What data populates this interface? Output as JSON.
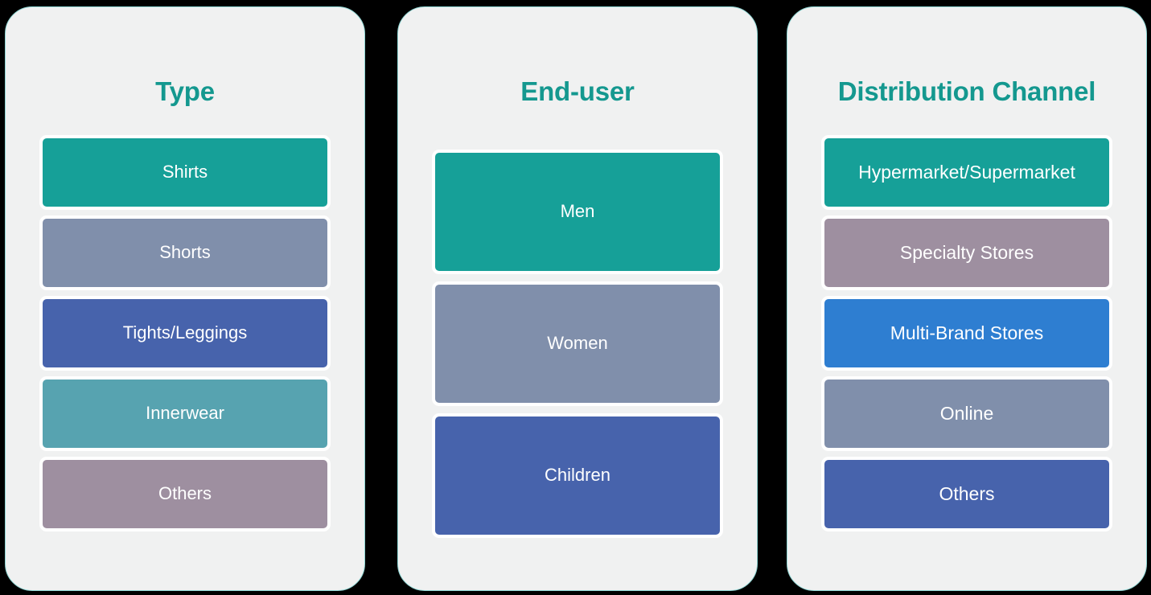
{
  "background_color": "#000000",
  "card_fill": "#f0f1f1",
  "card_border": "#8fd6d4",
  "title_color": "#14988f",
  "bar_label_color": "#ffffff",
  "columns": [
    {
      "id": "type",
      "title": "Type",
      "items": [
        {
          "label": "Shirts",
          "color": "#16a098"
        },
        {
          "label": "Shorts",
          "color": "#808fab"
        },
        {
          "label": "Tights/Leggings",
          "color": "#4763ac"
        },
        {
          "label": "Innerwear",
          "color": "#57a3b0"
        },
        {
          "label": "Others",
          "color": "#9e8fa0"
        }
      ]
    },
    {
      "id": "end-user",
      "title": "End-user",
      "items": [
        {
          "label": "Men",
          "color": "#16a098"
        },
        {
          "label": "Women",
          "color": "#808fab"
        },
        {
          "label": "Children",
          "color": "#4763ac"
        }
      ]
    },
    {
      "id": "distribution-channel",
      "title": "Distribution Channel",
      "items": [
        {
          "label": "Hypermarket/Supermarket",
          "color": "#16a098"
        },
        {
          "label": "Specialty Stores",
          "color": "#9e8fa0"
        },
        {
          "label": "Multi-Brand Stores",
          "color": "#2e7ed1"
        },
        {
          "label": "Online",
          "color": "#808fab"
        },
        {
          "label": "Others",
          "color": "#4763ac"
        }
      ]
    }
  ]
}
